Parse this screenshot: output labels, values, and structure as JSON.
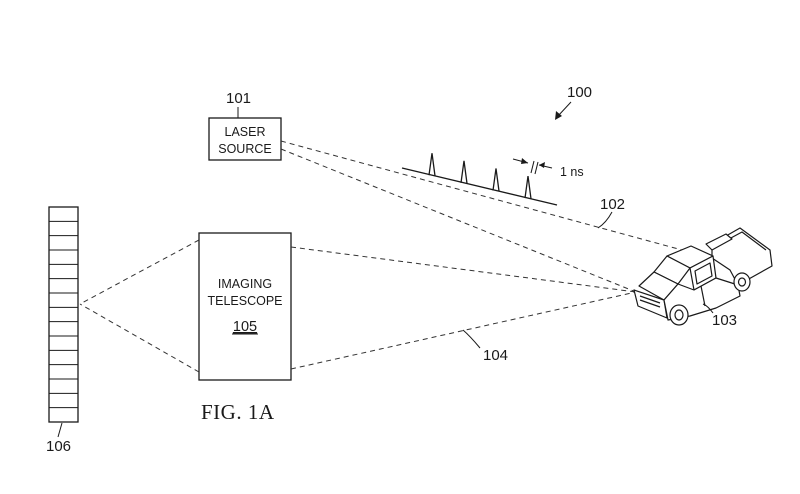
{
  "labels": {
    "system_ref": "100",
    "laser_ref": "101",
    "laser_line1": "LASER",
    "laser_line2": "SOURCE",
    "beam_ref": "102",
    "target_ref": "103",
    "return_ref": "104",
    "telescope_line1": "IMAGING",
    "telescope_line2": "TELESCOPE",
    "telescope_ref": "105",
    "detector_ref": "106",
    "pulse_spacing": "1 ns",
    "figure_caption": "FIG. 1A"
  },
  "detector": {
    "cells": 15
  },
  "pulses": {
    "count": 4
  },
  "colors": {
    "ink": "#1a1a1a",
    "background": "#ffffff"
  }
}
